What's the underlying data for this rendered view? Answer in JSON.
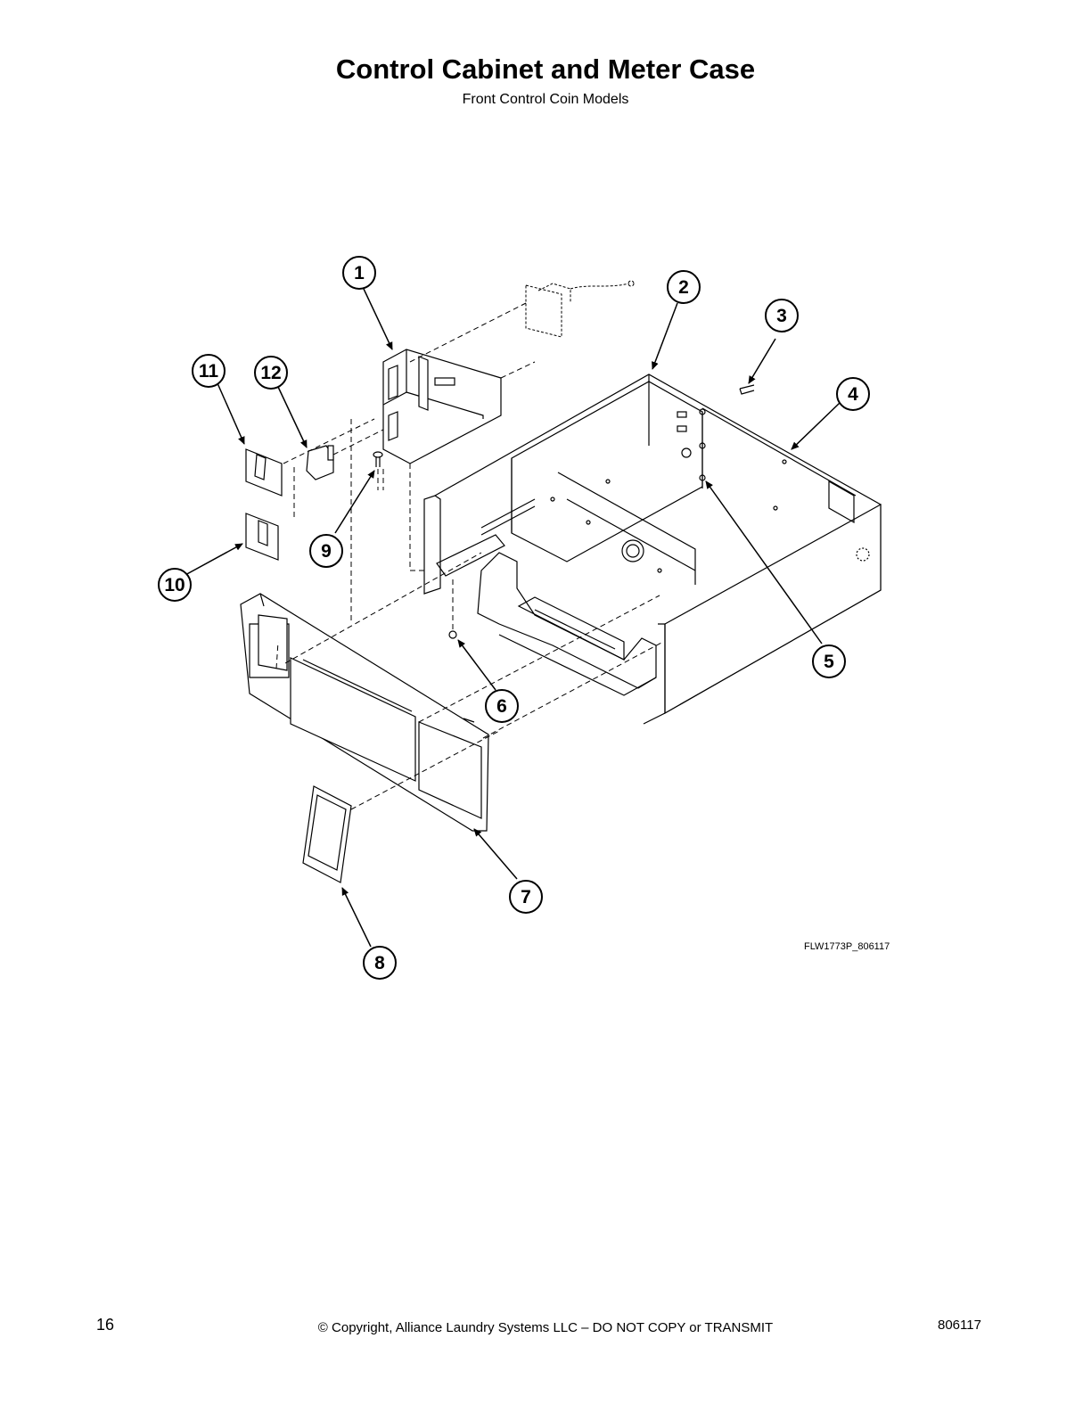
{
  "header": {
    "title": "Control Cabinet and Meter Case",
    "subtitle": "Front Control Coin Models"
  },
  "diagram": {
    "callouts": [
      "1",
      "2",
      "3",
      "4",
      "5",
      "6",
      "7",
      "8",
      "9",
      "10",
      "11",
      "12"
    ],
    "drawing_id": "FLW1773P_806117"
  },
  "footer": {
    "page_number": "16",
    "copyright": "© Copyright, Alliance Laundry Systems LLC – DO NOT COPY or TRANSMIT",
    "doc_number": "806117"
  }
}
